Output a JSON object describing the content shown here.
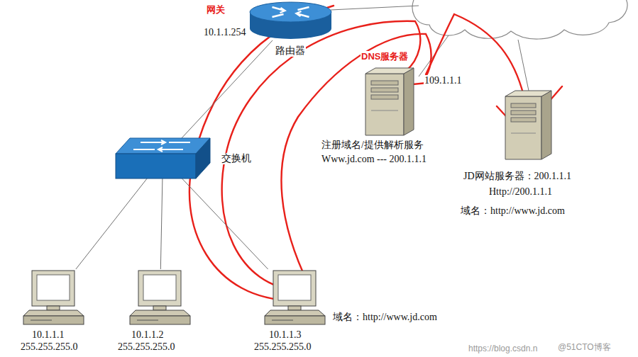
{
  "diagram": {
    "nodes": [
      {
        "text": [
          "网关",
          "10.1.1.254",
          "路由器"
        ]
      },
      {
        "text": [
          "交换机"
        ]
      },
      {
        "text": [
          "10.1.1.1",
          "255.255.255.0"
        ]
      },
      {
        "text": [
          "10.1.1.2",
          "255.255.255.0"
        ]
      },
      {
        "text": [
          "10.1.1.3",
          "255.255.255.0",
          "域名：http://www.jd.com"
        ]
      },
      {
        "text": [
          "DNS服务器",
          "109.1.1.1",
          "注册域名/提供解析服务",
          "Www.jd.com --- 200.1.1.1"
        ]
      },
      {
        "text": [
          "JD网站服务器：200.1.1.1",
          "Http://200.1.1.1",
          "域名：http://www.jd.com"
        ]
      }
    ],
    "edges": [
      {
        "from": 0,
        "to": 1,
        "arrow": "none"
      },
      {
        "from": 1,
        "to": 2,
        "arrow": "none"
      },
      {
        "from": 1,
        "to": 3,
        "arrow": "none"
      },
      {
        "from": 1,
        "to": 4,
        "arrow": "none"
      }
    ],
    "labels": [
      "https://blog.csdn.n",
      "@51CTO博客"
    ]
  }
}
